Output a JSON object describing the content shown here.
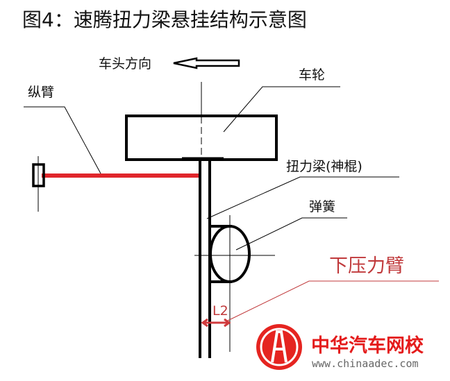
{
  "title": "图4：速腾扭力梁悬挂结构示意图",
  "labels": {
    "direction": "车头方向",
    "trailing_arm": "纵臂",
    "wheel": "车轮",
    "torsion_beam": "扭力梁(神棍)",
    "spring": "弹簧",
    "lever_arm": "下压力臂",
    "l2": "L2"
  },
  "watermark": {
    "name": "中华汽车网校",
    "url": "www.chinaadec.com"
  },
  "colors": {
    "red": "#e0262b",
    "annotation_red": "#c0393b",
    "black": "#000000"
  }
}
